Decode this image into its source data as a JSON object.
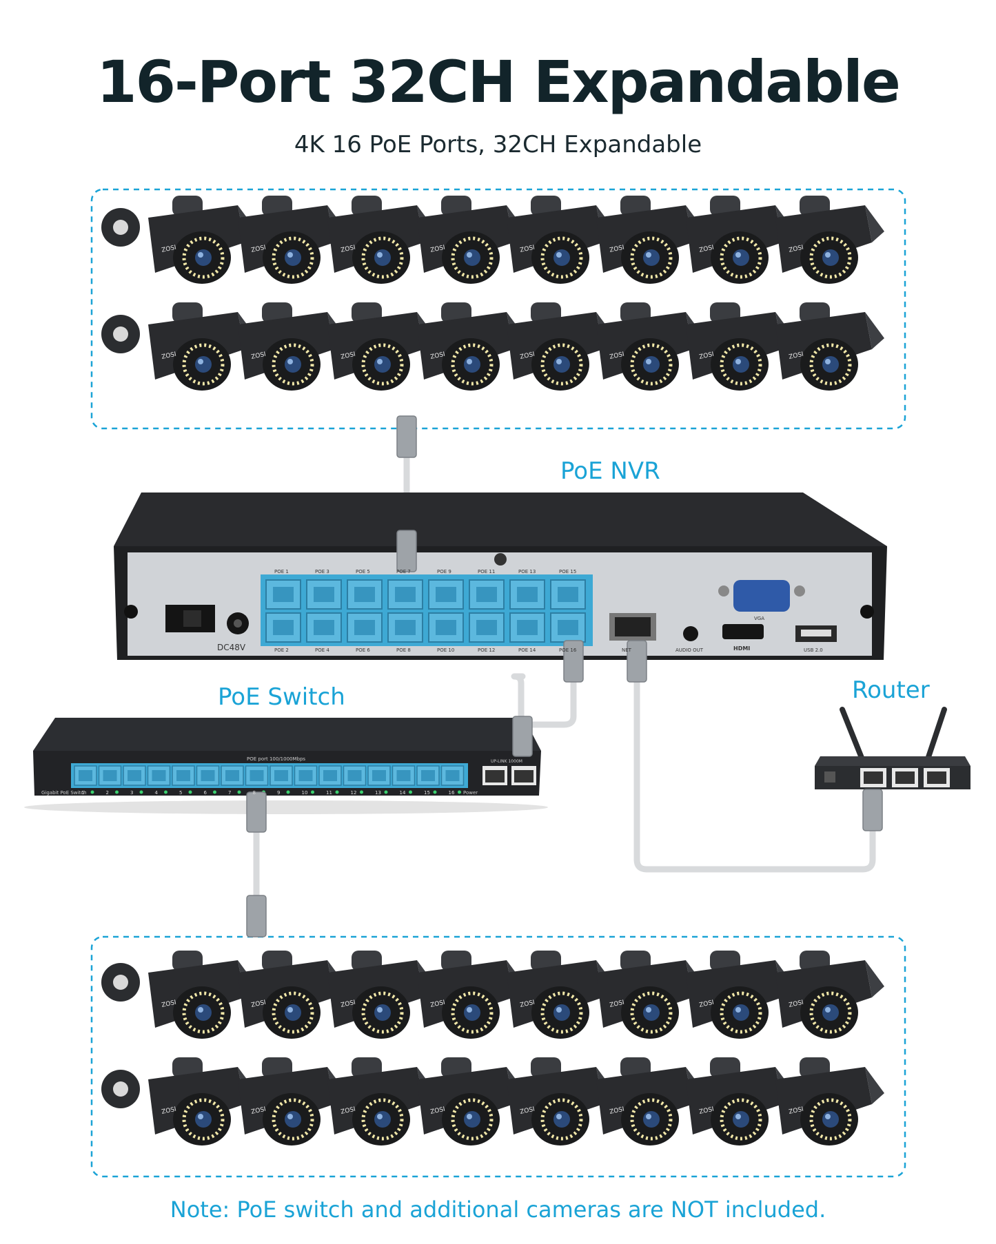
{
  "title": "16-Port 32CH Expandable",
  "subtitle": "4K 16 PoE Ports, 32CH Expandable",
  "note": "Note: PoE switch and additional cameras are NOT included.",
  "labels": {
    "nvr": "PoE NVR",
    "switch": "PoE Switch",
    "router": "Router"
  },
  "colors": {
    "accent": "#1aa3d6",
    "title": "#12242a",
    "port": "#3ea9d4",
    "device": "#2b2d30"
  },
  "brand": "ZOSI",
  "nvr_ports": {
    "top": [
      "POE 1",
      "POE 3",
      "POE 5",
      "POE 7",
      "POE 9",
      "POE 11",
      "POE 13",
      "POE 15"
    ],
    "bottom": [
      "POE 2",
      "POE 4",
      "POE 6",
      "POE 8",
      "POE 10",
      "POE 12",
      "POE 14",
      "POE 16"
    ],
    "power": "DC48V",
    "lan": "NET",
    "vga": "VGA",
    "audio": "AUDIO OUT",
    "hdmi": "HDMI",
    "usb": "USB 2.0"
  },
  "switch_ports": {
    "header": "POE port 100/1000Mbps",
    "model": "Gigabit PoE Switch",
    "numbers": [
      "1",
      "2",
      "3",
      "4",
      "5",
      "6",
      "7",
      "8",
      "9",
      "10",
      "11",
      "12",
      "13",
      "14",
      "15",
      "16"
    ],
    "uplink": "UP-LINK 1000M",
    "power": "Power"
  },
  "camera_groups": [
    {
      "name": "top",
      "rows": 2,
      "per_row": 8
    },
    {
      "name": "bottom",
      "rows": 2,
      "per_row": 8
    }
  ]
}
